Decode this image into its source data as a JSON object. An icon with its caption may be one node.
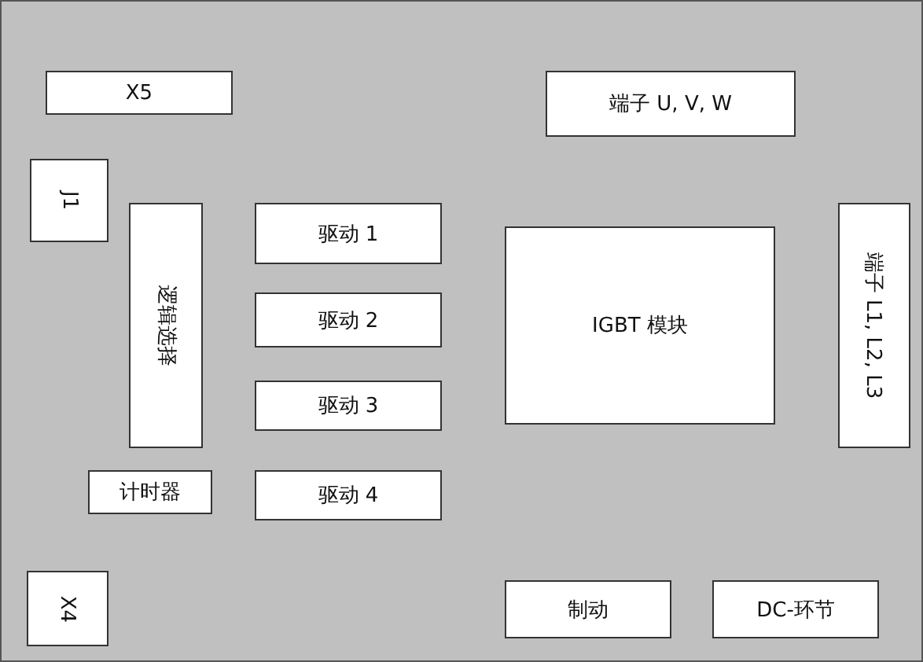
{
  "diagram": {
    "nodes": [
      {
        "text": [
          "X5"
        ]
      },
      {
        "text": [
          "端子 U, V, W"
        ]
      },
      {
        "text": [
          "J1"
        ]
      },
      {
        "text": [
          "逻辑选择"
        ]
      },
      {
        "text": [
          "驱动 1"
        ]
      },
      {
        "text": [
          "驱动 2"
        ]
      },
      {
        "text": [
          "IGBT 模块"
        ]
      },
      {
        "text": [
          "端子 L1, L2, L3"
        ]
      },
      {
        "text": [
          "驱动 3"
        ]
      },
      {
        "text": [
          "计时器"
        ]
      },
      {
        "text": [
          "驱动 4"
        ]
      },
      {
        "text": [
          "X4"
        ]
      },
      {
        "text": [
          "制动"
        ]
      },
      {
        "text": [
          "DC-环节"
        ]
      }
    ]
  }
}
